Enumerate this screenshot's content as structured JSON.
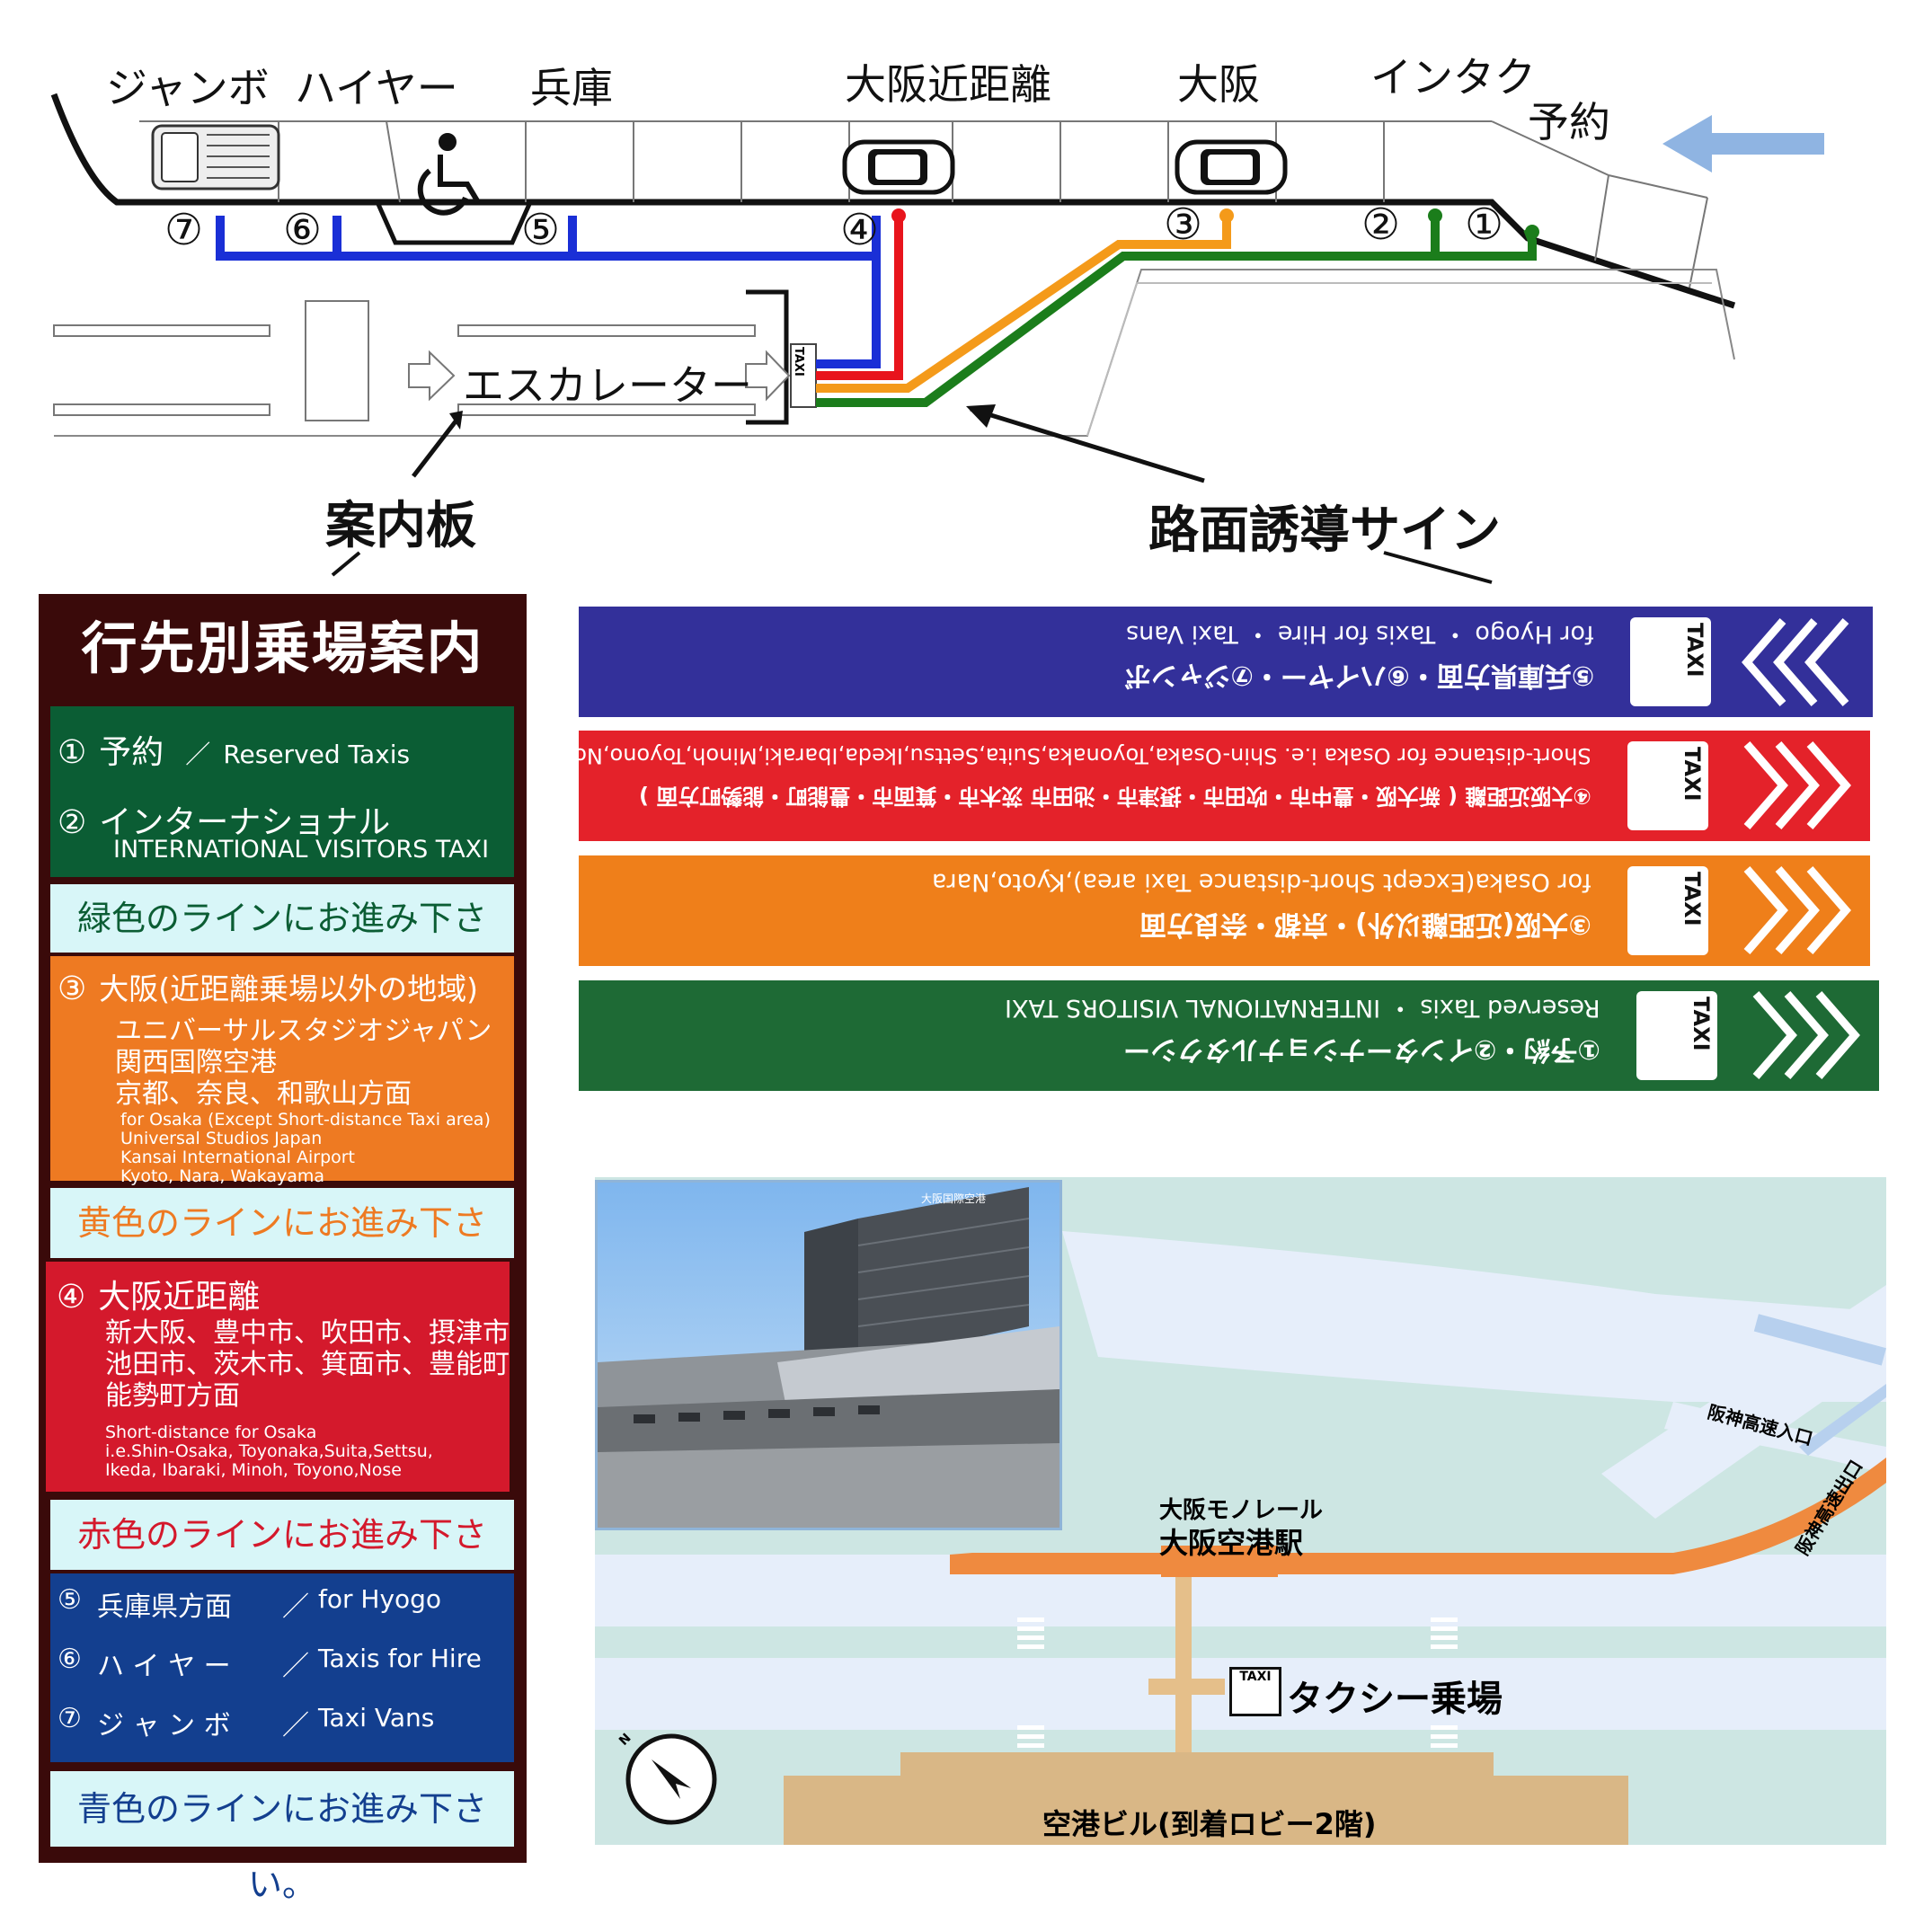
{
  "top_diagram": {
    "bay_labels": {
      "jumbo": "ジャンボ",
      "hire": "ハイヤー",
      "hyogo": "兵庫",
      "osaka_short": "大阪近距離",
      "osaka": "大阪",
      "intaku": "インタク",
      "reserved": "予約"
    },
    "stop_numbers": [
      "⑦",
      "⑥",
      "⑤",
      "④",
      "③",
      "②",
      "①"
    ],
    "escalator_label": "エスカレーター",
    "taxi_mark": "TAXI",
    "guide_board_label": "案内板",
    "road_sign_label": "路面誘導サイン",
    "colors": {
      "blue": "#1a2fd6",
      "red": "#e8141c",
      "orange": "#f49a1a",
      "green": "#1b7d1b",
      "arrow": "#8fb4e2"
    }
  },
  "guide_board": {
    "title": "行先別乗場案内",
    "green": {
      "color": "#0b5d34",
      "item1_num": "①",
      "item1_jp": "予約",
      "item1_sep": "／",
      "item1_en": "Reserved Taxis",
      "item2_num": "②",
      "item2_jp": "インターナショナル",
      "item2_en": "INTERNATIONAL VISITORS TAXI",
      "note": "緑色のラインにお進み下さい。"
    },
    "orange": {
      "color": "#ee7a22",
      "num": "③",
      "jp_title": "大阪(近距離乗場以外の地域)",
      "jp_lines": [
        "ユニバーサルスタジオジャパン",
        "関西国際空港",
        "京都、奈良、和歌山方面"
      ],
      "en_lines": [
        "for Osaka (Except Short-distance Taxi area)",
        "Universal Studios Japan",
        "Kansai International Airport",
        "Kyoto, Nara, Wakayama"
      ],
      "note": "黄色のラインにお進み下さい。"
    },
    "red": {
      "color": "#d4192c",
      "num": "④",
      "jp_title": "大阪近距離",
      "jp_lines": [
        "新大阪、豊中市、吹田市、摂津市",
        "池田市、茨木市、箕面市、豊能町",
        "能勢町方面"
      ],
      "en_lines": [
        "Short-distance for Osaka",
        "i.e.Shin-Osaka, Toyonaka,Suita,Settsu,",
        "Ikeda, Ibaraki, Minoh, Toyono,Nose"
      ],
      "note": "赤色のラインにお進み下さい。"
    },
    "blue": {
      "color": "#133f8f",
      "items": [
        {
          "num": "⑤",
          "jp": "兵庫県方面",
          "sep": "／",
          "en": "for Hyogo"
        },
        {
          "num": "⑥",
          "jp": "ハ イ ヤ ー",
          "sep": "／",
          "en": "Taxis for Hire"
        },
        {
          "num": "⑦",
          "jp": "ジ ャ ン ボ",
          "sep": "／",
          "en": "Taxi Vans"
        }
      ],
      "note": "青色のラインにお進み下さい。"
    }
  },
  "road_signs": [
    {
      "color": "#33309a",
      "line1": "for Hyogo ・ Taxis for Hire ・ Taxi Vans",
      "line2": "⑤兵庫県方面・⑥ハイヤー・⑦ジャンボ",
      "taxi": "TAXI"
    },
    {
      "color": "#e4222a",
      "line1": "Short-distance for Osaka i.e. Shin-Osaka,Toyonaka,Suita,Settsu,Ikeda,Ibaraki,Minoh,Toyono,Nose",
      "line2": "④大阪近距離 ( 新大阪・豊中市・吹田市・摂津市・池田市 茨木市・箕面市・豊能町・能勢町方面 )",
      "taxi": "TAXI"
    },
    {
      "color": "#ef7f1a",
      "line1": "for Osaka(Except Short-distance Taxi area),Kyoto,Nara",
      "line2": "③大阪(近距離以外)・京都・奈良方面",
      "taxi": "TAXI"
    },
    {
      "color": "#1e6a35",
      "line1": "Reserved Taxis ・ INTERNATIONAL VISITORS TAXI",
      "line2": "①予約・②インターナショナルタクシー",
      "taxi": "TAXI"
    }
  ],
  "area_map": {
    "monorail_line1": "大阪モノレール",
    "monorail_line2": "大阪空港駅",
    "taxi_stand": "タクシー乗場",
    "taxi_mark": "TAXI",
    "building": "空港ビル(到着ロビー2階)",
    "hanshin_entrance": "阪神高速入口",
    "hanshin_exit": "阪神高速出口",
    "compass": "N",
    "photo_sign": "大阪国際空港"
  }
}
